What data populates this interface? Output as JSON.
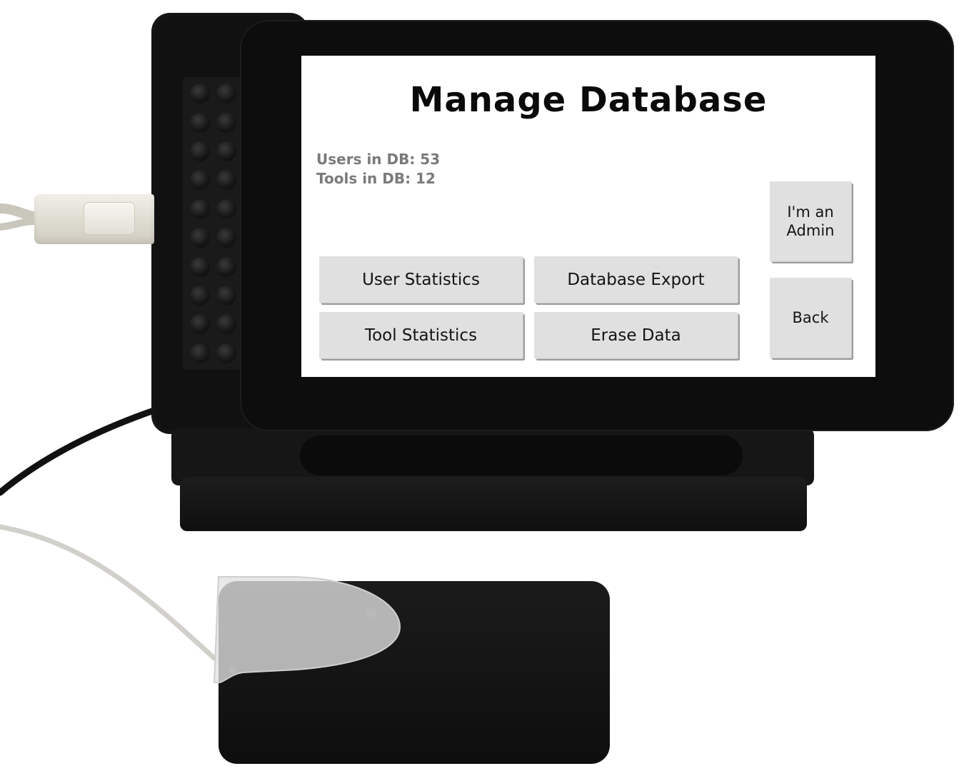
{
  "screen": {
    "title": "Manage Database",
    "stats": {
      "users": "Users in DB: 53",
      "tools": "Tools in DB: 12"
    },
    "buttons": {
      "user_statistics": "User Statistics",
      "database_export": "Database Export",
      "tool_statistics": "Tool Statistics",
      "erase_data": "Erase Data",
      "admin": "I'm an\nAdmin",
      "back": "Back"
    }
  },
  "colors": {
    "screen_background": "#ffffff",
    "button_face": "#e0e0e0",
    "stats_text": "#7a7a7a",
    "title_text": "#0a0a0a",
    "device_body": "#0d0d0d"
  }
}
